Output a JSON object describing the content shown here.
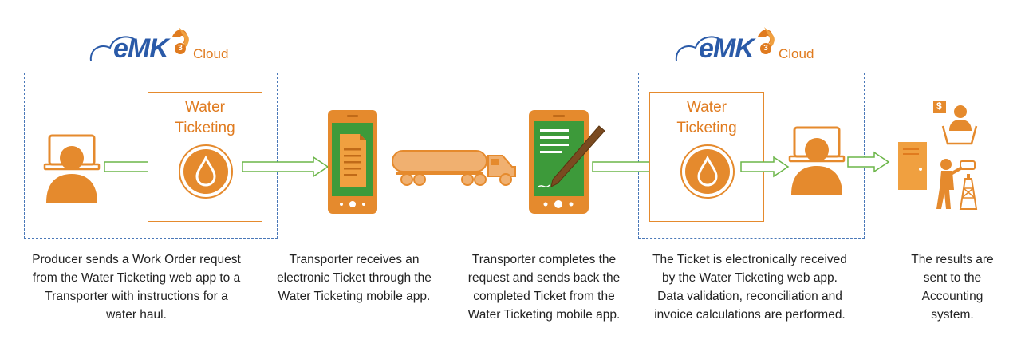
{
  "logos": [
    {
      "brand": "eMK",
      "superscript": "3",
      "suffix": "Cloud"
    },
    {
      "brand": "eMK",
      "superscript": "3",
      "suffix": "Cloud"
    }
  ],
  "boxes": [
    {
      "title_line1": "Water",
      "title_line2": "Ticketing"
    },
    {
      "title_line1": "Water",
      "title_line2": "Ticketing"
    }
  ],
  "captions": [
    "Producer sends a Work Order request from the Water Ticketing web app to a Transporter with instructions for a water haul.",
    "Transporter receives an electronic Ticket through the Water Ticketing mobile app.",
    "Transporter completes the request and sends back the completed Ticket from the Water Ticketing mobile app.",
    "The Ticket is electronically received by the Water Ticketing web app. Data validation, reconciliation and invoice calculations are performed.",
    "The results are sent to the Accounting system."
  ],
  "icons": {
    "money_symbol": "$"
  },
  "colors": {
    "orange": "#e58a2d",
    "green": "#3d9a3a",
    "blue": "#2a5aa8",
    "arrow_green": "#6bb548"
  }
}
